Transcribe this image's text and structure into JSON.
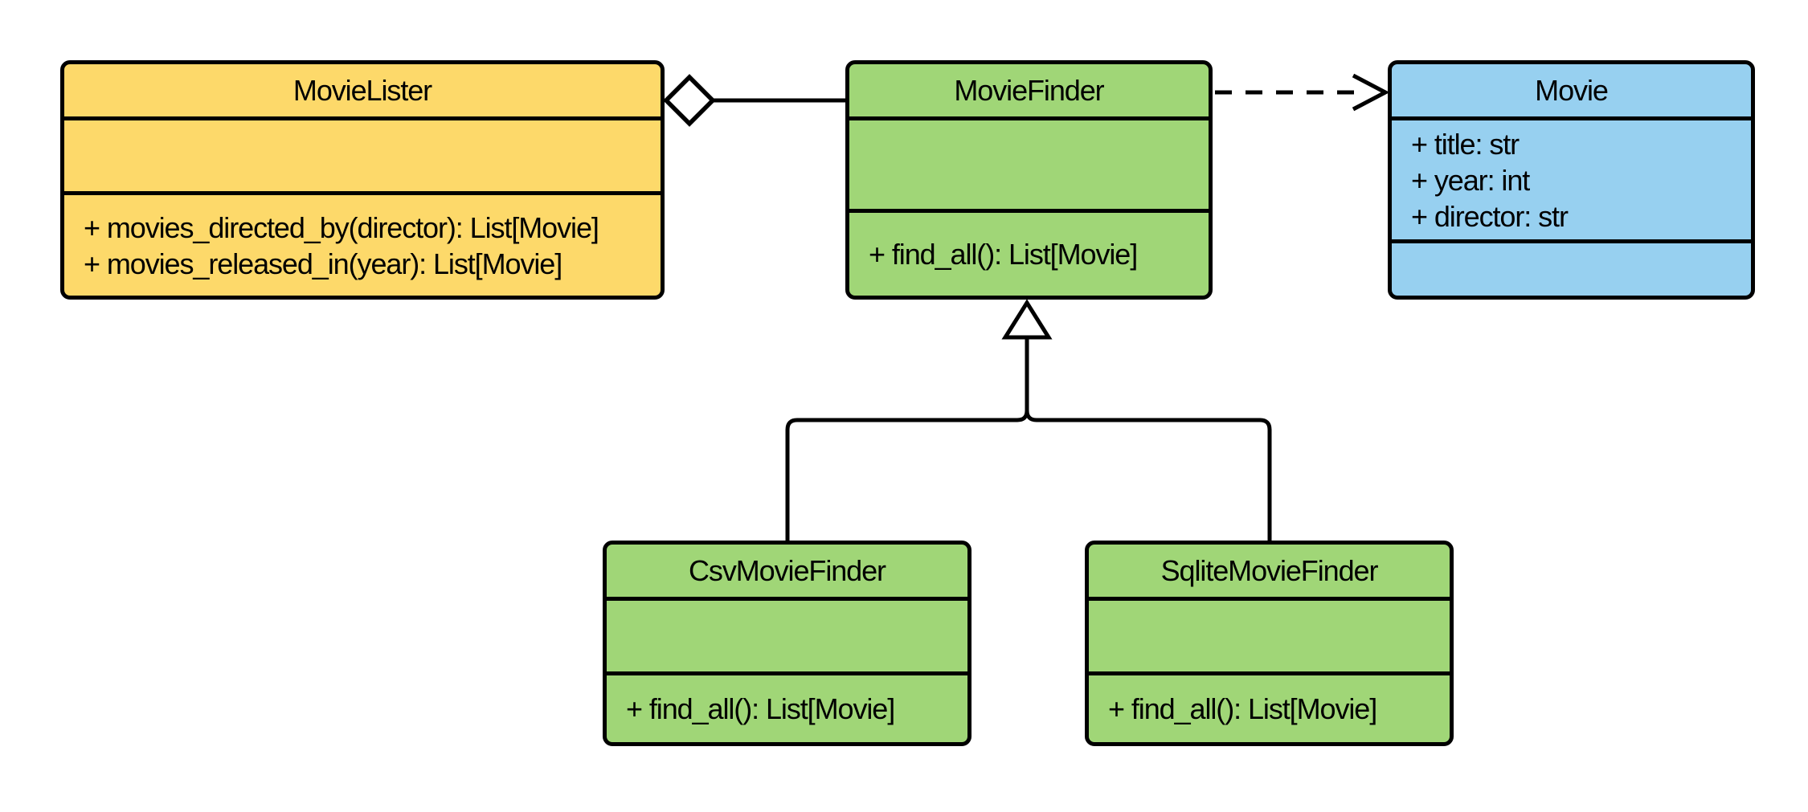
{
  "diagram": {
    "kind": "uml-class-diagram",
    "background": "#ffffff",
    "line_color": "#000000",
    "classes": [
      {
        "name": "MovieLister",
        "fill": "#FDD96A",
        "attributes": [],
        "methods": [
          "+ movies_directed_by(director): List[Movie]",
          "+ movies_released_in(year): List[Movie]"
        ]
      },
      {
        "name": "MovieFinder",
        "fill": "#A0D677",
        "attributes": [],
        "methods": [
          "+ find_all(): List[Movie]"
        ]
      },
      {
        "name": "Movie",
        "fill": "#97D0F0",
        "attributes": [
          "+ title: str",
          "+ year: int",
          "+ director: str"
        ],
        "methods": []
      },
      {
        "name": "CsvMovieFinder",
        "fill": "#A0D677",
        "attributes": [],
        "methods": [
          "+ find_all(): List[Movie]"
        ]
      },
      {
        "name": "SqliteMovieFinder",
        "fill": "#A0D677",
        "attributes": [],
        "methods": [
          "+ find_all(): List[Movie]"
        ]
      }
    ],
    "relationships": [
      {
        "type": "aggregation",
        "from": "MovieLister",
        "to": "MovieFinder",
        "line": "solid",
        "marker": "hollow-diamond-at-MovieLister"
      },
      {
        "type": "dependency",
        "from": "MovieFinder",
        "to": "Movie",
        "line": "dashed",
        "marker": "open-arrow-at-Movie"
      },
      {
        "type": "inheritance",
        "from": "CsvMovieFinder",
        "to": "MovieFinder",
        "line": "solid",
        "marker": "hollow-triangle-at-MovieFinder"
      },
      {
        "type": "inheritance",
        "from": "SqliteMovieFinder",
        "to": "MovieFinder",
        "line": "solid",
        "marker": "hollow-triangle-at-MovieFinder"
      }
    ]
  }
}
